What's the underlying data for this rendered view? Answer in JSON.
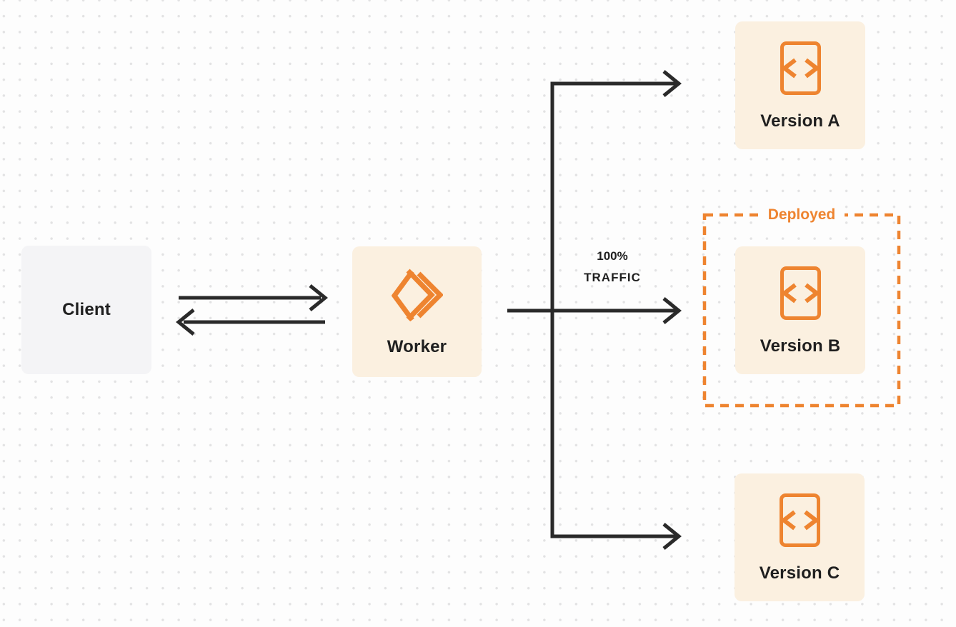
{
  "colors": {
    "accent": "#EE8430",
    "cream": "#FBF0E0",
    "gray": "#F4F4F6",
    "arrow": "#2A2A2A",
    "ink": "#1F1F1F",
    "bg": "#FDFDFD",
    "dot": "#E2E2E3"
  },
  "nodes": {
    "client": {
      "label": "Client"
    },
    "worker": {
      "label": "Worker",
      "icon": "cloudflare-workers-icon"
    },
    "version_a": {
      "label": "Version A",
      "icon": "code-file-icon"
    },
    "version_b": {
      "label": "Version B",
      "icon": "code-file-icon"
    },
    "version_c": {
      "label": "Version C",
      "icon": "code-file-icon"
    }
  },
  "deployed_group": {
    "label": "Deployed"
  },
  "traffic_label": {
    "line1": "100%",
    "line2": "TRAFFIC"
  },
  "edges": [
    {
      "from": "client",
      "to": "worker",
      "direction": "bidirectional"
    },
    {
      "from": "worker",
      "to": "version_a"
    },
    {
      "from": "worker",
      "to": "version_b",
      "label": "100% TRAFFIC"
    },
    {
      "from": "worker",
      "to": "version_c"
    }
  ]
}
